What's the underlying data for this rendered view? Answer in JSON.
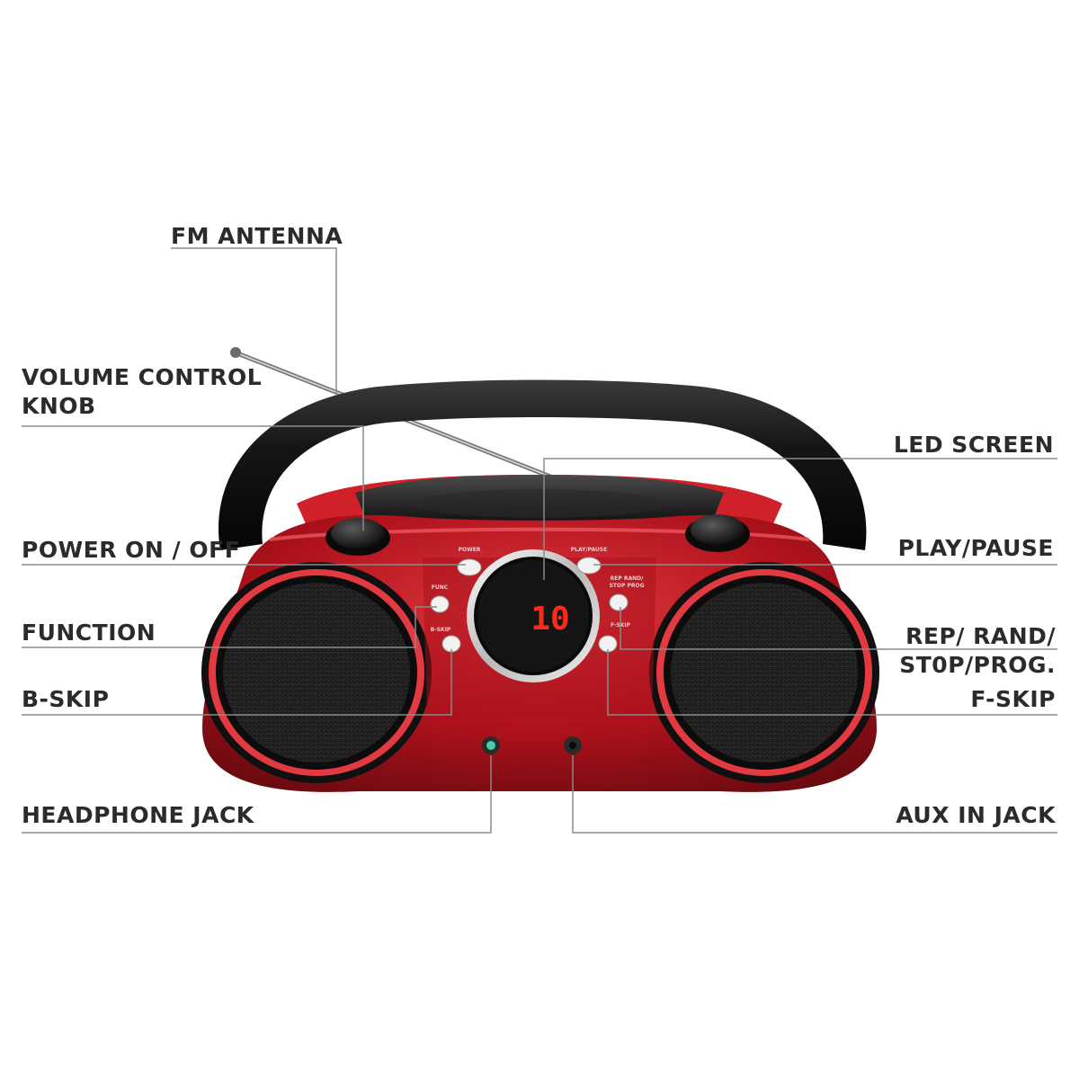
{
  "labels": {
    "fm_antenna": "FM ANTENNA",
    "volume_line1": "VOLUME CONTROL",
    "volume_line2": "KNOB",
    "power": "POWER ON / OFF",
    "function": "FUNCTION",
    "b_skip": "B-SKIP",
    "headphone": "HEADPHONE JACK",
    "led_screen": "LED SCREEN",
    "play_pause": "PLAY/PAUSE",
    "rep_line1": "REP/ RAND/",
    "rep_line2": "ST0P/PROG.",
    "f_skip": "F-SKIP",
    "aux": "AUX IN JACK"
  },
  "device": {
    "display_value": "10",
    "body_color": "#b0121c",
    "body_highlight": "#e0343c",
    "handle_color": "#141414",
    "speaker_grille_color": "#2a2a2a",
    "display_color": "#ff2a1a",
    "panel_markings": {
      "power": "POWER",
      "play_pause": "PLAY/PAUSE",
      "func": "FUNC",
      "bskip": "B-SKIP",
      "rep": "REP RAND/",
      "stop": "STOP PROG",
      "fskip": "F-SKIP"
    }
  },
  "icons": [
    "power-button-icon",
    "play-pause-button-icon",
    "function-button-icon",
    "b-skip-button-icon",
    "rep-button-icon",
    "f-skip-button-icon"
  ]
}
